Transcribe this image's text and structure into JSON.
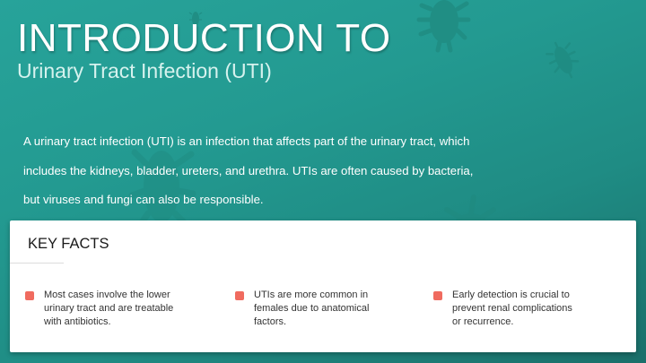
{
  "slide": {
    "title": "INTRODUCTION TO",
    "subtitle": "Urinary Tract Infection (UTI)",
    "intro_lines": [
      "A urinary tract infection (UTI) is an infection that affects part of the urinary tract, which",
      "includes the kidneys, bladder, ureters, and urethra. UTIs are often caused by bacteria,",
      "but viruses and fungi can also be responsible."
    ]
  },
  "key_facts": {
    "heading": "KEY FACTS",
    "items": [
      {
        "lines": [
          "Most cases involve the lower",
          "urinary tract and are treatable",
          "with antibiotics."
        ]
      },
      {
        "lines": [
          "UTIs are more common in",
          "females due to anatomical",
          "factors."
        ]
      },
      {
        "lines": [
          "Early detection is crucial to",
          "prevent renal complications",
          "or recurrence."
        ]
      }
    ]
  },
  "decorations": [
    "bacteria-icon",
    "bacteria-icon",
    "bacteria-icon",
    "bacteria-icon",
    "bacteria-icon"
  ],
  "colors": {
    "background_start": "#27a39a",
    "background_end": "#1a6f6a",
    "bullet": "#f06b5f",
    "bacteria": "#1f8a80",
    "card": "#ffffff"
  }
}
